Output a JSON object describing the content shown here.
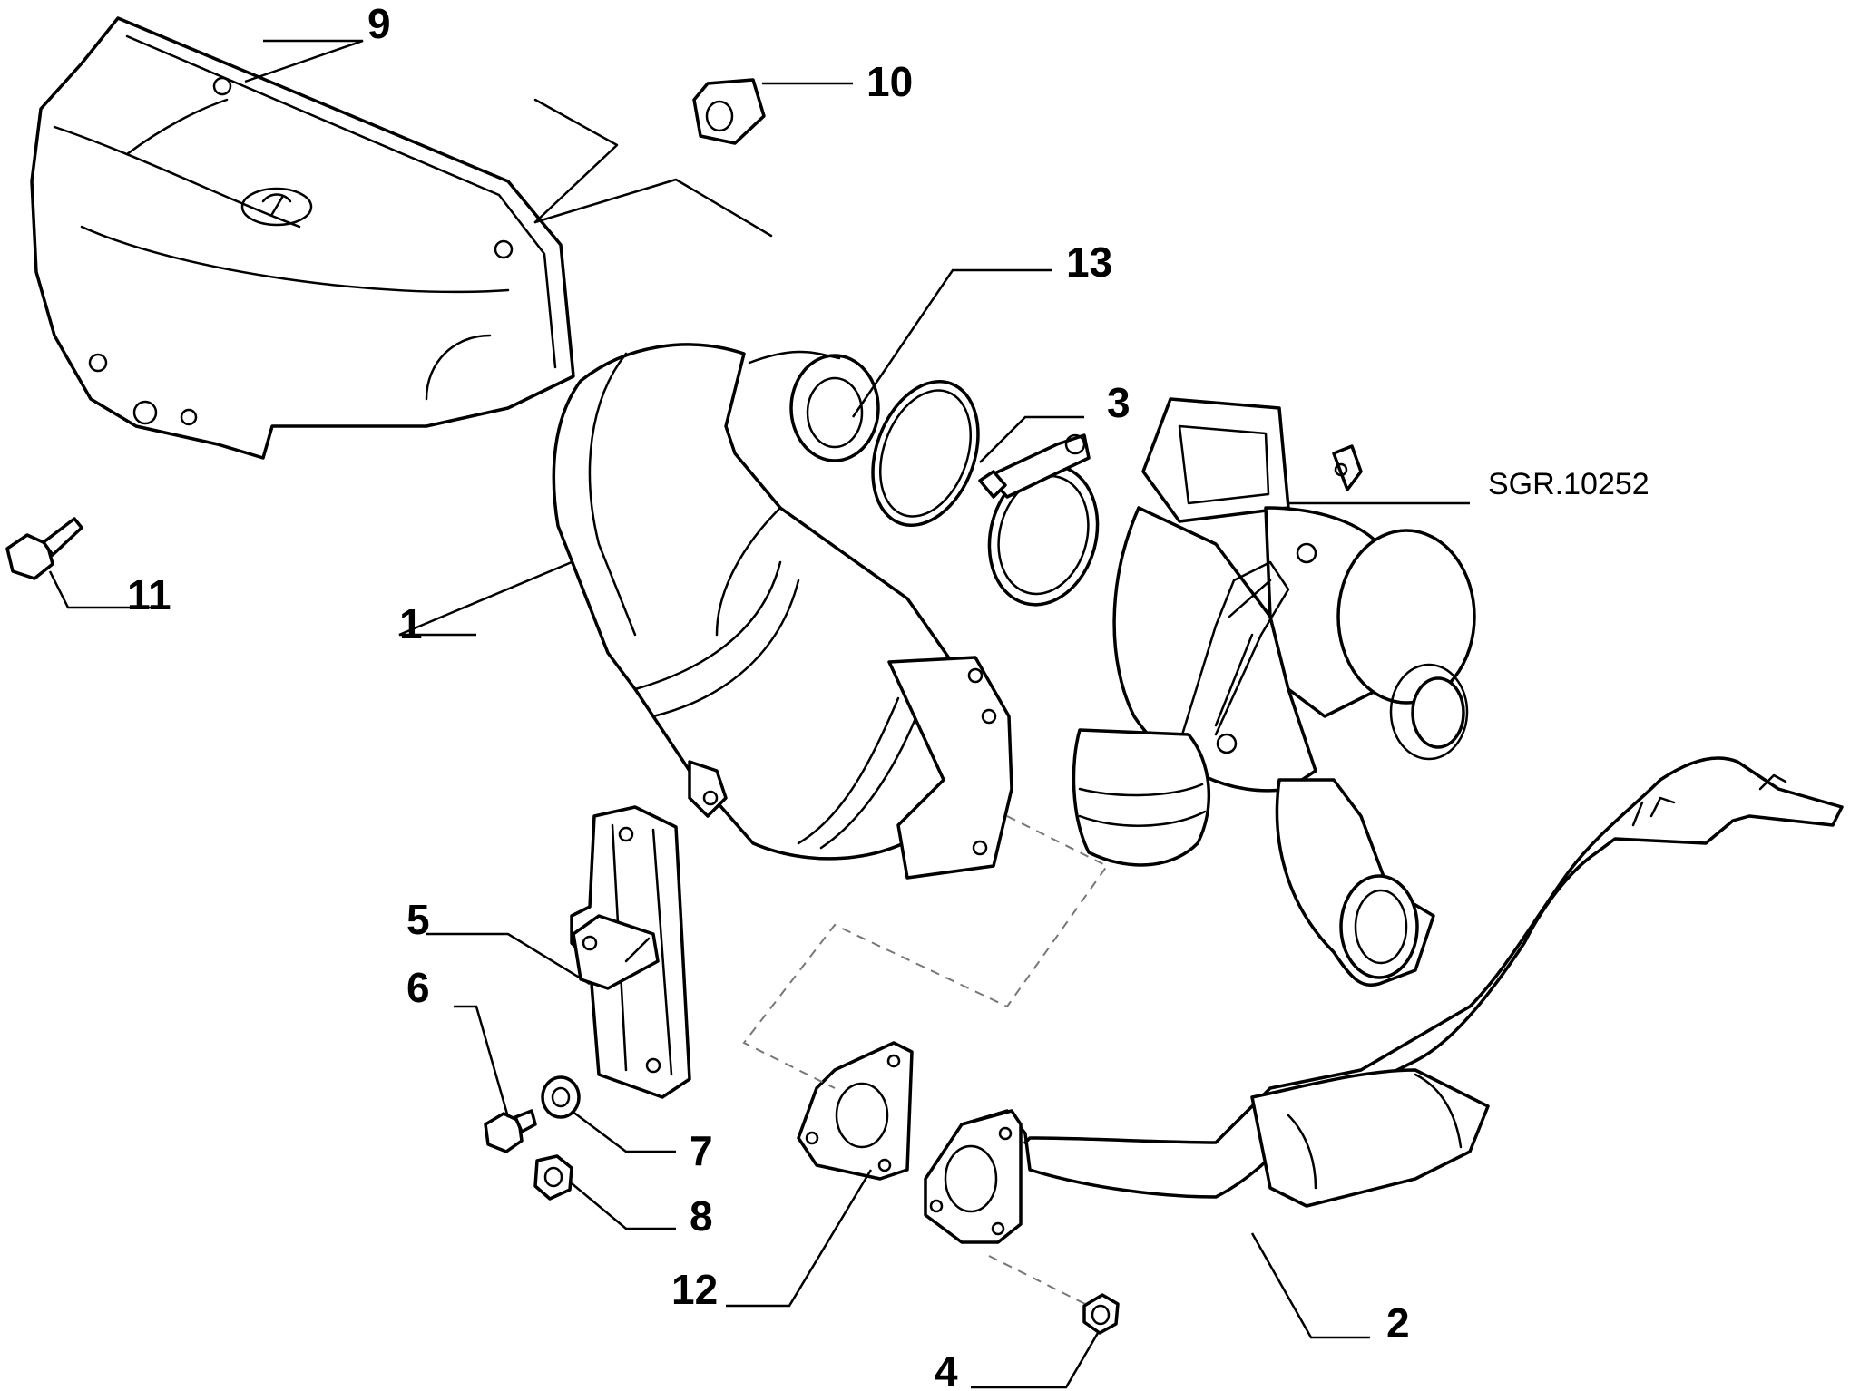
{
  "reference_code": "SGR.10252",
  "callouts": [
    {
      "id": "1",
      "label": "1"
    },
    {
      "id": "2",
      "label": "2"
    },
    {
      "id": "3",
      "label": "3"
    },
    {
      "id": "4",
      "label": "4"
    },
    {
      "id": "5",
      "label": "5"
    },
    {
      "id": "6",
      "label": "6"
    },
    {
      "id": "7",
      "label": "7"
    },
    {
      "id": "8",
      "label": "8"
    },
    {
      "id": "9",
      "label": "9"
    },
    {
      "id": "10",
      "label": "10"
    },
    {
      "id": "11",
      "label": "11"
    },
    {
      "id": "12",
      "label": "12"
    },
    {
      "id": "13",
      "label": "13"
    }
  ]
}
